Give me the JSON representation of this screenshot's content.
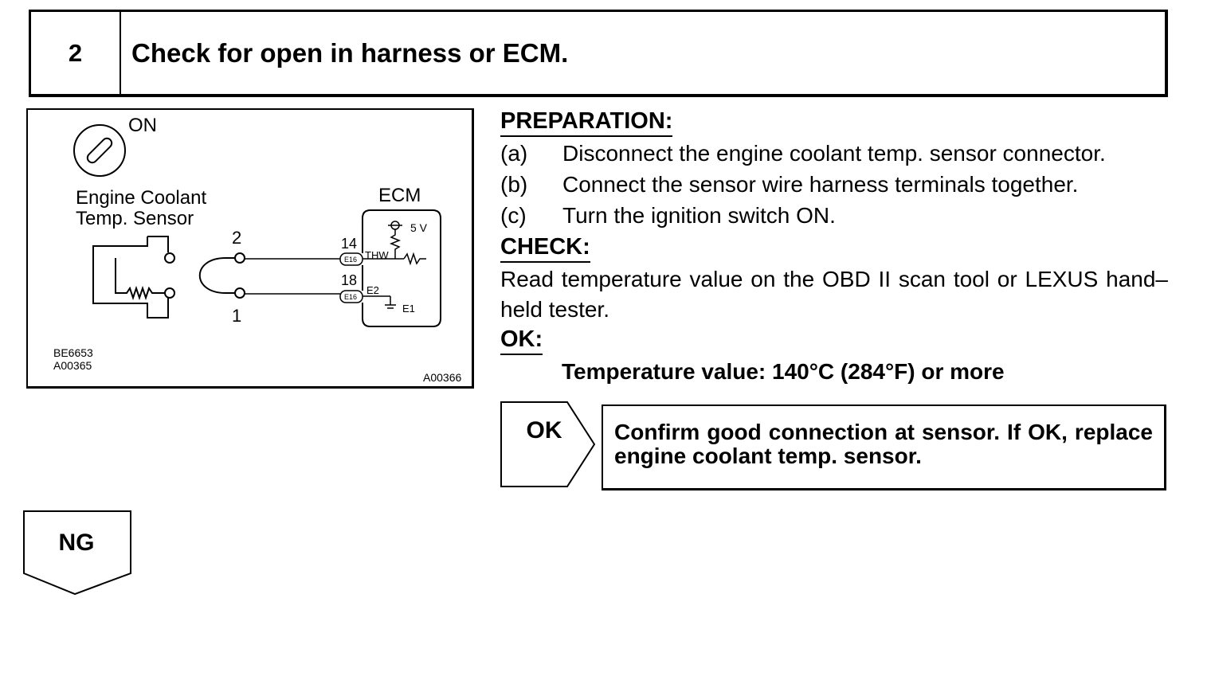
{
  "step": {
    "number": "2",
    "title": "Check for open in harness or ECM."
  },
  "diagram": {
    "ignition_label": "ON",
    "sensor_label_line1": "Engine Coolant",
    "sensor_label_line2": "Temp. Sensor",
    "ecm_label": "ECM",
    "voltage_label": "5 V",
    "pin_top": "2",
    "pin_bottom": "1",
    "ecm_pin_top": "14",
    "ecm_pin_bottom": "18",
    "connector_top": "E16",
    "connector_bottom": "E16",
    "signal_top": "THW",
    "signal_bottom": "E2",
    "ground_label": "E1",
    "code1": "BE6653",
    "code2": "A00365",
    "code3": "A00366"
  },
  "preparation": {
    "heading": "PREPARATION:",
    "steps": [
      {
        "mark": "(a)",
        "text": "Disconnect the engine coolant temp. sensor connector."
      },
      {
        "mark": "(b)",
        "text": "Connect the sensor wire harness terminals together."
      },
      {
        "mark": "(c)",
        "text": "Turn the ignition switch ON."
      }
    ]
  },
  "check": {
    "heading": "CHECK:",
    "text": "Read temperature value on the OBD II scan tool or LEXUS hand–held tester."
  },
  "ok": {
    "heading": "OK:",
    "value": "Temperature value: 140°C (284°F) or more"
  },
  "ok_result": {
    "tag": "OK",
    "text": "Confirm good connection at sensor. If OK, replace engine coolant temp. sensor."
  },
  "ng_result": {
    "tag": "NG"
  }
}
